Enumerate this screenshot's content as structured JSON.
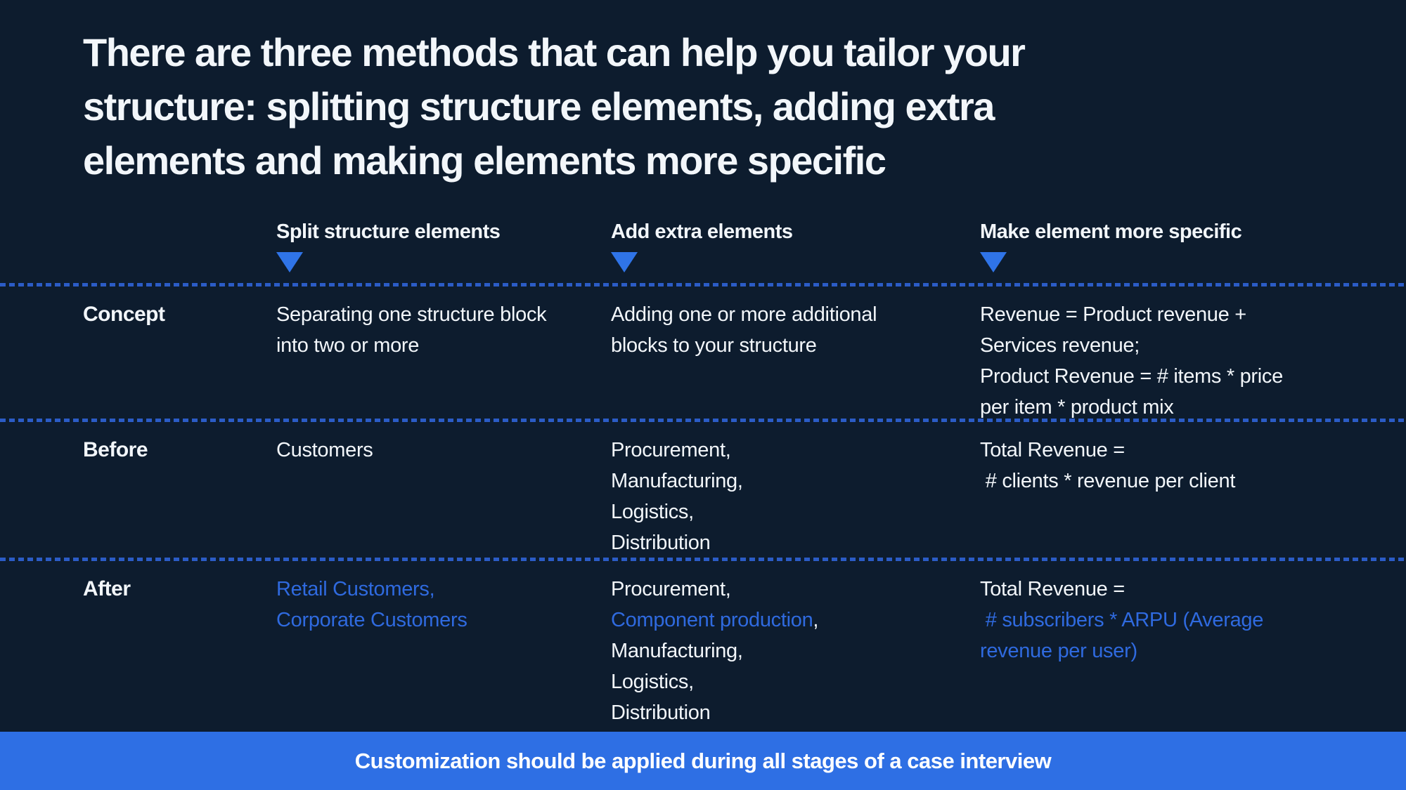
{
  "title": "There are three methods that can help you tailor your\nstructure: splitting structure elements, adding extra\nelements and making elements more specific",
  "columns": [
    {
      "label": "Split structure elements"
    },
    {
      "label": "Add extra elements"
    },
    {
      "label": "Make element more specific"
    }
  ],
  "rows": [
    {
      "label": "Concept",
      "cells": [
        [
          [
            {
              "text": "Separating one structure block",
              "color": "white"
            }
          ],
          [
            {
              "text": "into two or more",
              "color": "white"
            }
          ]
        ],
        [
          [
            {
              "text": "Adding one or more additional",
              "color": "white"
            }
          ],
          [
            {
              "text": "blocks to your structure",
              "color": "white"
            }
          ]
        ],
        [
          [
            {
              "text": "Revenue = Product revenue +",
              "color": "white"
            }
          ],
          [
            {
              "text": "Services revenue;",
              "color": "white"
            }
          ],
          [
            {
              "text": "Product Revenue = # items * price",
              "color": "white"
            }
          ],
          [
            {
              "text": "per item * product mix",
              "color": "white"
            }
          ]
        ]
      ]
    },
    {
      "label": "Before",
      "cells": [
        [
          [
            {
              "text": "Customers",
              "color": "white"
            }
          ]
        ],
        [
          [
            {
              "text": "Procurement,",
              "color": "white"
            }
          ],
          [
            {
              "text": "Manufacturing,",
              "color": "white"
            }
          ],
          [
            {
              "text": "Logistics,",
              "color": "white"
            }
          ],
          [
            {
              "text": "Distribution",
              "color": "white"
            }
          ]
        ],
        [
          [
            {
              "text": "Total Revenue =",
              "color": "white"
            }
          ],
          [
            {
              "text": " # clients * revenue per client",
              "color": "white"
            }
          ]
        ]
      ]
    },
    {
      "label": "After",
      "cells": [
        [
          [
            {
              "text": "Retail Customers,",
              "color": "blue"
            }
          ],
          [
            {
              "text": "Corporate Customers",
              "color": "blue"
            }
          ]
        ],
        [
          [
            {
              "text": "Procurement,",
              "color": "white"
            }
          ],
          [
            {
              "text": "Component production",
              "color": "blue"
            },
            {
              "text": ",",
              "color": "white"
            }
          ],
          [
            {
              "text": "Manufacturing,",
              "color": "white"
            }
          ],
          [
            {
              "text": "Logistics,",
              "color": "white"
            }
          ],
          [
            {
              "text": "Distribution",
              "color": "white"
            }
          ]
        ],
        [
          [
            {
              "text": "Total Revenue =",
              "color": "white"
            }
          ],
          [
            {
              "text": " # subscribers * ARPU (Average",
              "color": "blue"
            }
          ],
          [
            {
              "text": "revenue per user)",
              "color": "blue"
            }
          ]
        ]
      ]
    }
  ],
  "footer": {
    "text": "Customization should be applied during all stages of a case interview"
  },
  "colors": {
    "background": "#0d1c2e",
    "banner_blue": "#2e6fe4",
    "accent_blue": "#2f74e8",
    "dash_blue": "#2b5cc6",
    "white": "#f2f6fa",
    "blue": "#2f6adf"
  }
}
